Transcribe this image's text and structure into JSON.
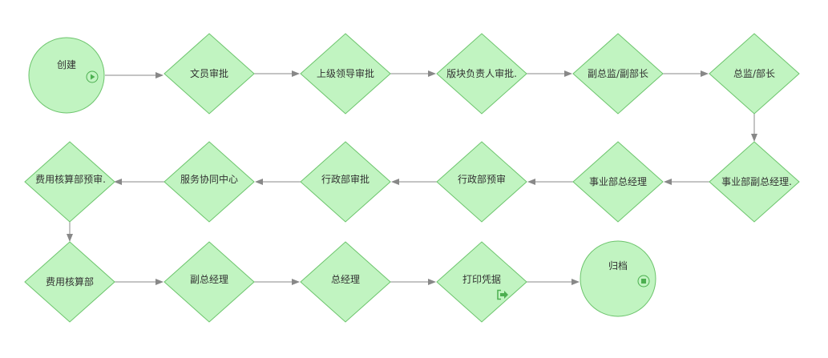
{
  "colors": {
    "node_fill": "#c1f4c1",
    "node_stroke": "#6cc46c",
    "edge": "#888888",
    "text": "#333333",
    "icon": "#4caf50"
  },
  "nodes": {
    "n1": {
      "label": "创建",
      "shape": "start-circle",
      "icon": "play-icon"
    },
    "n2": {
      "label": "文员审批",
      "shape": "diamond"
    },
    "n3": {
      "label": "上级领导审批",
      "shape": "diamond"
    },
    "n4": {
      "label": "版块负责人审批.",
      "shape": "diamond"
    },
    "n5": {
      "label": "副总监/副部长",
      "shape": "diamond"
    },
    "n6": {
      "label": "总监/部长",
      "shape": "diamond"
    },
    "n7": {
      "label": "事业部副总经理.",
      "shape": "diamond"
    },
    "n8": {
      "label": "事业部总经理",
      "shape": "diamond"
    },
    "n9": {
      "label": "行政部预审",
      "shape": "diamond"
    },
    "n10": {
      "label": "行政部审批",
      "shape": "diamond"
    },
    "n11": {
      "label": "服务协同中心",
      "shape": "diamond"
    },
    "n12": {
      "label": "费用核算部预审.",
      "shape": "diamond"
    },
    "n13": {
      "label": "费用核算部",
      "shape": "diamond"
    },
    "n14": {
      "label": "副总经理",
      "shape": "diamond"
    },
    "n15": {
      "label": "总经理",
      "shape": "diamond"
    },
    "n16": {
      "label": "打印凭据",
      "shape": "diamond",
      "icon": "exit-icon"
    },
    "n17": {
      "label": "归档",
      "shape": "end-circle",
      "icon": "stop-icon"
    }
  }
}
